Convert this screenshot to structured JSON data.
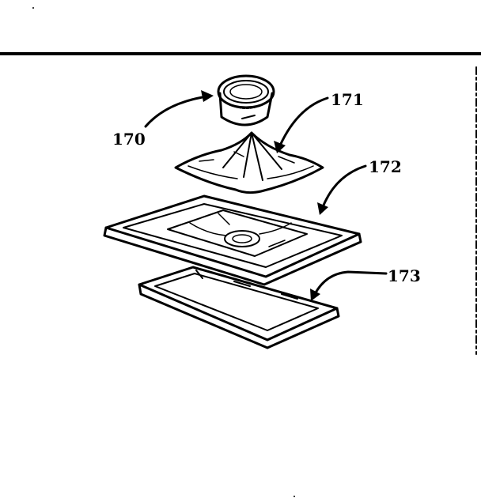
{
  "parts": [
    {
      "id": "knob",
      "label": "170"
    },
    {
      "id": "diffuser",
      "label": "171"
    },
    {
      "id": "burner-pan",
      "label": "172"
    },
    {
      "id": "drip-tray",
      "label": "173"
    }
  ],
  "colors": {
    "ink": "#000000",
    "paper": "#ffffff"
  }
}
